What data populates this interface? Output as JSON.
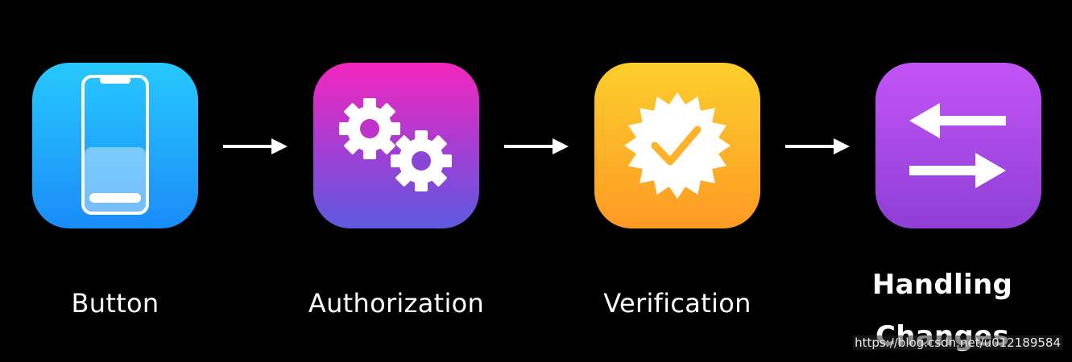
{
  "steps": [
    {
      "label": "Button",
      "icon": "phone-icon"
    },
    {
      "label": "Authorization",
      "icon": "gears-icon"
    },
    {
      "label": "Verification",
      "icon": "verified-badge-icon"
    },
    {
      "label_lines": [
        "Handling",
        "Changes"
      ],
      "icon": "swap-arrows-icon"
    }
  ],
  "colors": {
    "button_tile": [
      "#27c8fd",
      "#1a8cf8"
    ],
    "authorization_tile": [
      "#f426be",
      "#5d5ae0"
    ],
    "verification_tile": [
      "#fcce2c",
      "#fd9a24"
    ],
    "changes_tile": [
      "#c354f6",
      "#8e3fd5"
    ]
  },
  "watermark": "https://blog.csdn.net/u012189584"
}
